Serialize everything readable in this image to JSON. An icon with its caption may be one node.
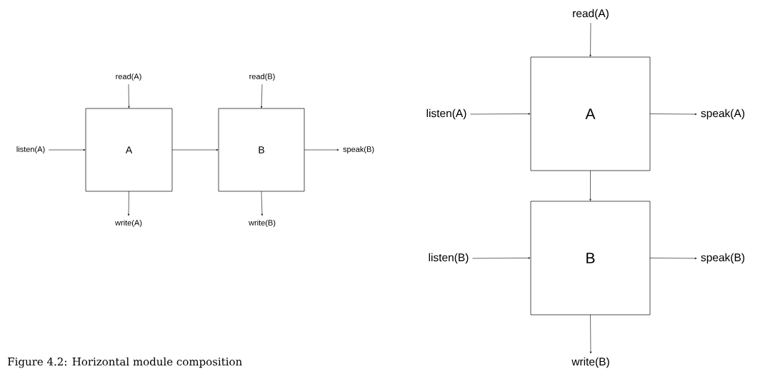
{
  "diagram": {
    "caption": "Figure 4.2: Horizontal module composition",
    "nodes": [
      {
        "text": [
          "read(A)"
        ]
      },
      {
        "text": [
          "A"
        ]
      },
      {
        "text": [
          "read(B)"
        ]
      },
      {
        "text": [
          "B"
        ]
      },
      {
        "text": [
          "listen(A)"
        ]
      },
      {
        "text": [
          "speak(B)"
        ]
      },
      {
        "text": [
          "write(A)"
        ]
      },
      {
        "text": [
          "write(B)"
        ]
      },
      {
        "text": [
          "read(A)"
        ]
      },
      {
        "text": [
          "listen(A)"
        ]
      },
      {
        "text": [
          "A"
        ]
      },
      {
        "text": [
          "speak(A)"
        ]
      },
      {
        "text": [
          "listen(B)"
        ]
      },
      {
        "text": [
          "B"
        ]
      },
      {
        "text": [
          "speak(B)"
        ]
      },
      {
        "text": [
          "write(B)"
        ]
      }
    ],
    "edges": [
      {
        "from": 0,
        "to": 1,
        "arrow": "to"
      },
      {
        "from": 2,
        "to": 3,
        "arrow": "to"
      },
      {
        "from": 4,
        "to": 1,
        "arrow": "to"
      },
      {
        "from": 1,
        "to": 3,
        "arrow": "to"
      },
      {
        "from": 3,
        "to": 5,
        "arrow": "to"
      },
      {
        "from": 1,
        "to": 6,
        "arrow": "to"
      },
      {
        "from": 3,
        "to": 7,
        "arrow": "to"
      },
      {
        "from": 8,
        "to": 10,
        "arrow": "to"
      },
      {
        "from": 9,
        "to": 10,
        "arrow": "to"
      },
      {
        "from": 10,
        "to": 11,
        "arrow": "to"
      },
      {
        "from": 10,
        "to": 13,
        "arrow": "to"
      },
      {
        "from": 12,
        "to": 13,
        "arrow": "to"
      },
      {
        "from": 13,
        "to": 14,
        "arrow": "to"
      },
      {
        "from": 13,
        "to": 15,
        "arrow": "to"
      }
    ]
  }
}
